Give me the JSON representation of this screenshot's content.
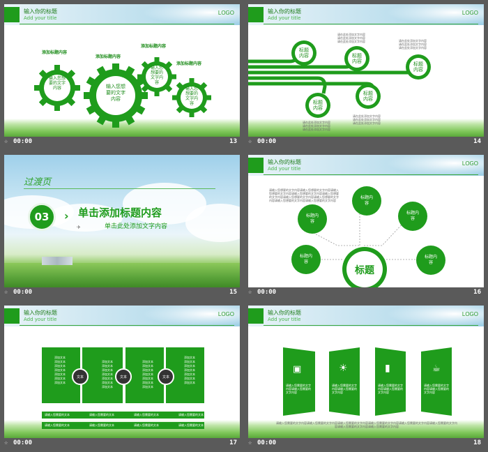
{
  "colors": {
    "accent": "#1f9c1c",
    "background": "#5a5a5a"
  },
  "slide_header": {
    "title_cn": "输入你的标题",
    "title_en": "Add your title",
    "logo": "LOGO"
  },
  "slides": [
    {
      "time": "00:00",
      "number": "13",
      "gear_labels": [
        "添加标题内容",
        "添加标题内容",
        "添加标题内容",
        "添加标题内容"
      ],
      "gear_texts": [
        "输入您想\n要的文字\n内容",
        "输入您想\n要的文字\n内容",
        "输入您\n想要的\n文字内\n容",
        "输入您\n想要的\n文字内\n容"
      ]
    },
    {
      "time": "00:00",
      "number": "14",
      "node_label": "标题\n内容",
      "small_text": "请在此处添加文字内容\n请在此处添加文字内容\n请在此处添加文字内容"
    },
    {
      "time": "00:00",
      "number": "15",
      "section_title": "过渡页",
      "section_number": "03",
      "heading": "单击添加标题内容",
      "subheading": "单击此处添加文字内容"
    },
    {
      "time": "00:00",
      "number": "16",
      "center_label": "标题",
      "node_label": "标题内\n容",
      "paragraph": "请输入您想要的文字内容请输入您想要的文字内容请输入您想要的文字内容请输入您想要的文字内容请输入您想要的文字内容请输入您想要的文字内容请输入您想要的文字内容请输入您想要的文字内容请输入您想要的文字内容"
    },
    {
      "time": "00:00",
      "number": "17",
      "circle_label": "文本",
      "box_text": "添加文本\n添加文本\n添加文本\n添加文本\n添加文本\n添加文本\n添加文本",
      "bar_text": "请输入您需要的文本"
    },
    {
      "time": "00:00",
      "number": "18",
      "panel_text": "请输入您需要的文字内容请输入您需要的文字内容",
      "footer_text": "请输入您需要的文字内容请输入您需要的文字内容请输入您需要的文字内容请输入您需要的文字内容请输入您需要的文字内容请输入您需要的文字内容请输入您需要的文字内容请输入您需要的文字内容"
    }
  ]
}
